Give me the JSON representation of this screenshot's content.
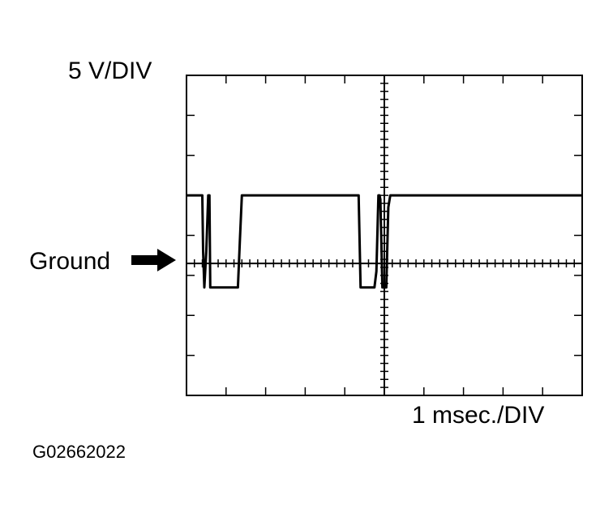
{
  "labels": {
    "volts_per_div": "5 V/DIV",
    "time_per_div": "1 msec./DIV",
    "ground": "Ground",
    "figure_code": "G02662022"
  },
  "scope": {
    "horizontal_divisions": 10,
    "vertical_divisions": 8,
    "ground_level_div_from_top": 4.7,
    "trace_color": "#000000"
  },
  "chart_data": {
    "type": "line",
    "title": "",
    "xlabel": "1 msec./DIV",
    "ylabel": "5 V/DIV",
    "x_unit": "div",
    "y_unit": "div above ground",
    "series": [
      {
        "x": [
          0,
          0.4,
          0.42,
          0.45,
          0.5,
          0.55,
          0.58,
          0.6,
          0.62,
          0.65,
          1.3,
          1.35,
          1.4,
          4.35,
          4.4,
          4.45,
          4.75,
          4.8,
          4.85,
          4.88,
          4.9,
          4.95,
          5.05,
          5.1,
          5.15,
          5.2,
          10
        ],
        "y": [
          1.7,
          1.7,
          0.3,
          -0.6,
          0.3,
          1.7,
          1.7,
          -0.6,
          -0.6,
          -0.6,
          -0.6,
          0.6,
          1.7,
          1.7,
          -0.6,
          -0.6,
          -0.6,
          -0.2,
          1.7,
          1.7,
          1.6,
          -0.6,
          -0.6,
          1.4,
          1.7,
          1.7,
          1.7
        ]
      }
    ]
  }
}
